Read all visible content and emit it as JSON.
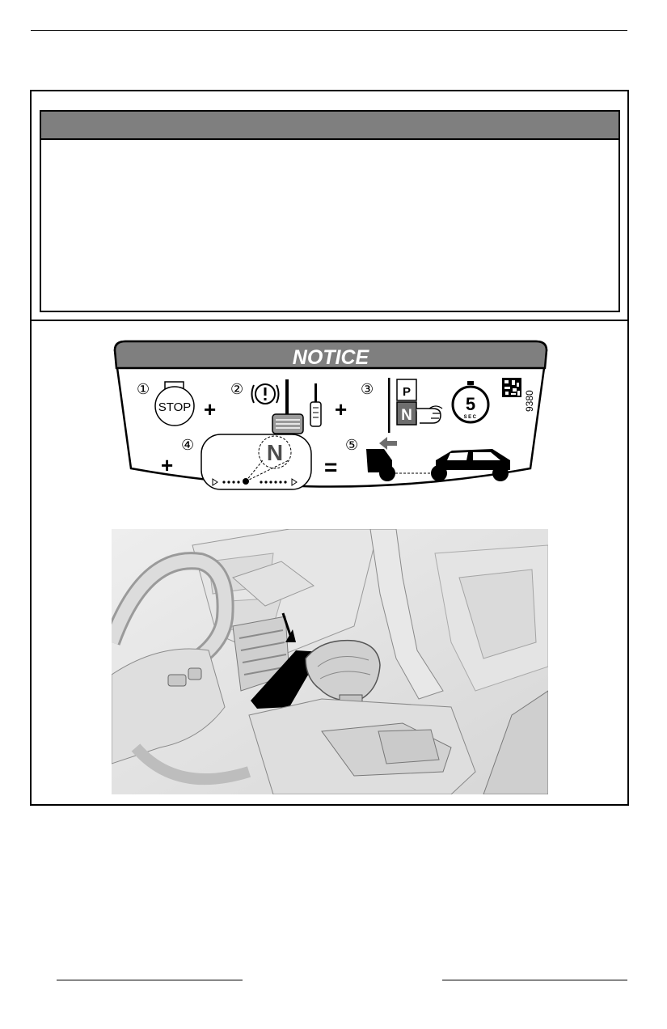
{
  "notice_label": {
    "title": "NOTICE",
    "stop_text": "STOP",
    "brake_warning_glyph": "(!)",
    "step_1": "①",
    "step_2": "②",
    "step_3": "③",
    "step_4": "④",
    "step_5": "⑤",
    "plus": "+",
    "equals": "=",
    "gear_p": "P",
    "gear_n": "N",
    "neutral_letter": "N",
    "timer_value": "5",
    "timer_unit": "SEC",
    "label_code": "9380"
  },
  "icons": [
    "stop-button-icon",
    "brake-warning-icon",
    "brake-pedal-icon",
    "shifter-icon",
    "stopwatch-icon",
    "qr-code-icon",
    "gauge-display-icon",
    "vehicle-towing-icon"
  ]
}
